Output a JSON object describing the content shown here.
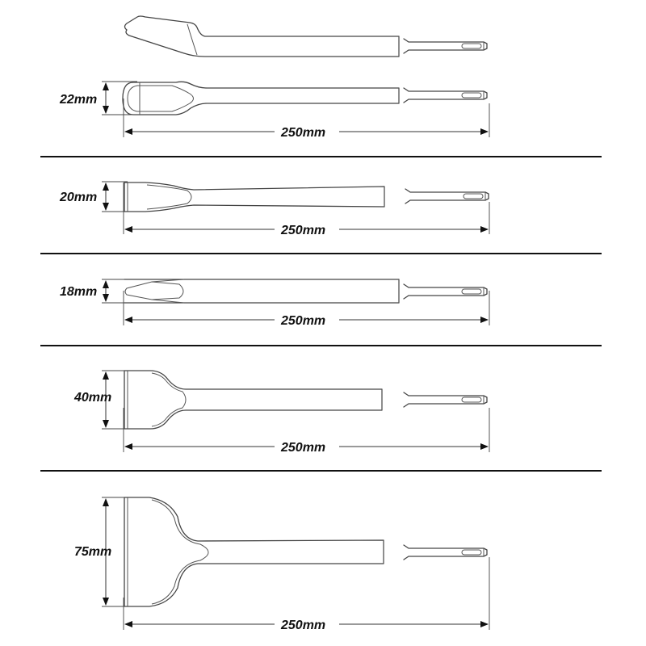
{
  "figure": {
    "title": "",
    "description": "SDS-plus chisel set dimension drawing",
    "colors": {
      "outline": "#444444",
      "text": "#111111",
      "divider": "#111111",
      "background": "#ffffff"
    }
  },
  "chisels": [
    {
      "name": "bent-shovel-chisel",
      "width_label": "22mm",
      "length_label": "250mm",
      "views": [
        "side",
        "top"
      ]
    },
    {
      "name": "flat-chisel",
      "width_label": "20mm",
      "length_label": "250mm",
      "views": [
        "top"
      ]
    },
    {
      "name": "pointed-chisel",
      "width_label": "18mm",
      "length_label": "250mm",
      "views": [
        "top"
      ]
    },
    {
      "name": "wide-chisel",
      "width_label": "40mm",
      "length_label": "250mm",
      "views": [
        "top"
      ]
    },
    {
      "name": "tile-chisel",
      "width_label": "75mm",
      "length_label": "250mm",
      "views": [
        "top"
      ]
    }
  ]
}
